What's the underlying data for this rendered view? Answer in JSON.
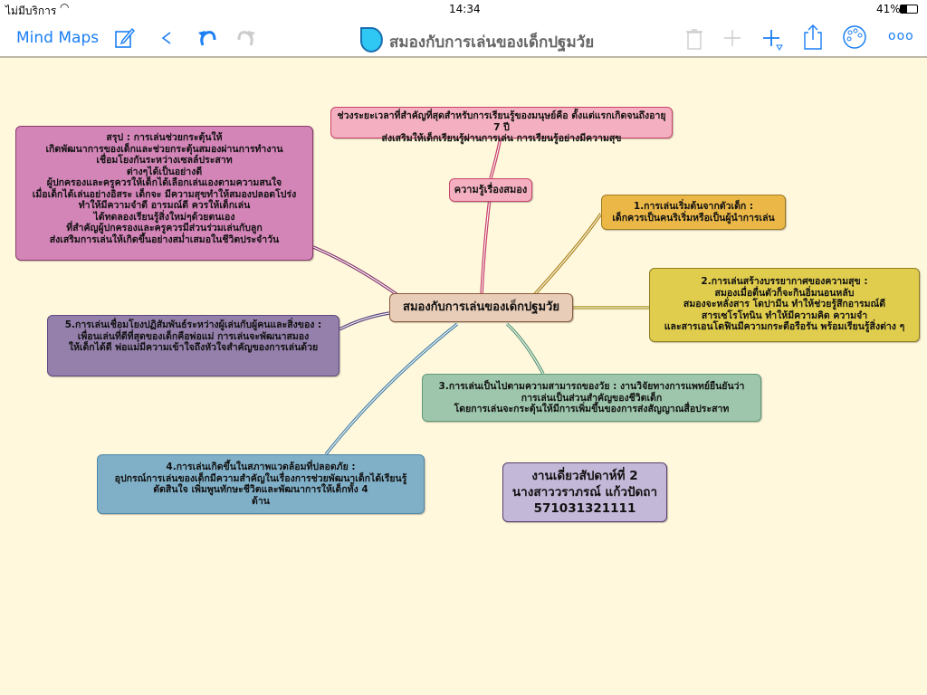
{
  "status": {
    "carrier": "ไม่มีบริการ",
    "time": "14:34",
    "battery": "41%"
  },
  "toolbar": {
    "back_label": "Mind Maps",
    "title": "สมองกับการเล่นของเด็กปฐมวัย"
  },
  "nodes": {
    "center": "สมองกับการเล่นของเด็กปฐมวัย",
    "brain_knowledge": "ความรู้เรื่องสมอง",
    "critical_period": "ช่วงระยะเวลาที่สำคัญที่สุดสำหรับการเรียนรู้ของมนุษย์คือ ตั้งแต่แรกเกิดจนถึงอายุ 7 ปี\nส่งเสริมให้เด็กเรียนรู้ผ่านการเล่น การเรียนรู้อย่างมีความสุข",
    "summary": "สรุป : การเล่นช่วยกระตุ้นให้\nเกิดพัฒนาการของเด็กและช่วยกระตุ้นสมองผ่านการทำงาน\nเชื่อมโยงกันระหว่างเซลล์ประสาท\nต่างๆได้เป็นอย่างดี\nผู้ปกครองและครูควรให้เด็กได้เลือกเล่นเองตามความสนใจ\nเมื่อเด็กได้เล่นอย่างอิสระ เด็กจะ มีความสุขทำให้สมองปลอดโปร่ง\nทำให้มีความจำดี อารมณ์ดี ควรให้เด็กเล่น\nได้ทดลองเรียนรู้สิ่งใหม่ๆด้วยตนเอง\nที่สำคัญผู้ปกครองและครูควรมีส่วนร่วมเล่นกับลูก\nส่งเสริมการเล่นให้เกิดขึ้นอย่างสม่ำเสมอในชีวิตประจำวัน",
    "point1": "1.การเล่นเริ่มต้นจากตัวเด็ก :\nเด็กควรเป็นคนริเริ่มหรือเป็นผู้นำการเล่น",
    "point2": "2.การเล่นสร้างบรรยากาศของความสุข :\nสมองเมื่อตื่นตัวก็จะกินอิ่มนอนหลับ\nสมองจะหลั่งสาร โดปามีน ทำให้ช่วยรู้สึกอารมณ์ดี\nสารเซโรโทนิน ทำให้มีความคิด ความจำ\nและสารเอนโดฟินมีความกระตือรือรัน พร้อมเรียนรู้สิ่งต่าง ๆ",
    "point3": "3.การเล่นเป็นไปตามความสามารถของวัย : งานวิจัยทางการแพทย์ยืนยันว่า\nการเล่นเป็นส่วนสำคัญของชีวิตเด็ก\nโดยการเล่นจะกระตุ้นให้มีการเพิ่มขึ้นของการส่งสัญญาณสื่อประสาท",
    "point4": "4.การเล่นเกิดขึ้นในสภาพแวดล้อมที่ปลอดภัย :\nอุปกรณ์การเล่นของเด็กมีความสำคัญในเรื่องการช่วยพัฒนาเด็กได้เรียนรู้\nตัดสินใจ เพิ่มพูนทักษะชีวิตและพัฒนาการให้เด็กทั้ง 4\nด้าน",
    "point5": "5.การเล่นเชื่อมโยงปฏิสัมพันธ์ระหว่างผู้เล่นกับผู้คนและสิ่งของ :\nเพื่อนเล่นที่ดีที่สุดของเด็กคือพ่อแม่ การเล่นจะพัฒนาสมอง\nให้เด็กได้ดี พ่อแม่มีความเข้าใจถึงหัวใจสำคัญของการเล่นด้วย",
    "author": "งานเดี่ยวสัปดาห์ที่ 2\nนางสาววราภรณ์ แก้วปัดถา\n571031321111"
  },
  "colors": {
    "accent": "#1a7ef5",
    "canvas": "#fff8dc"
  }
}
